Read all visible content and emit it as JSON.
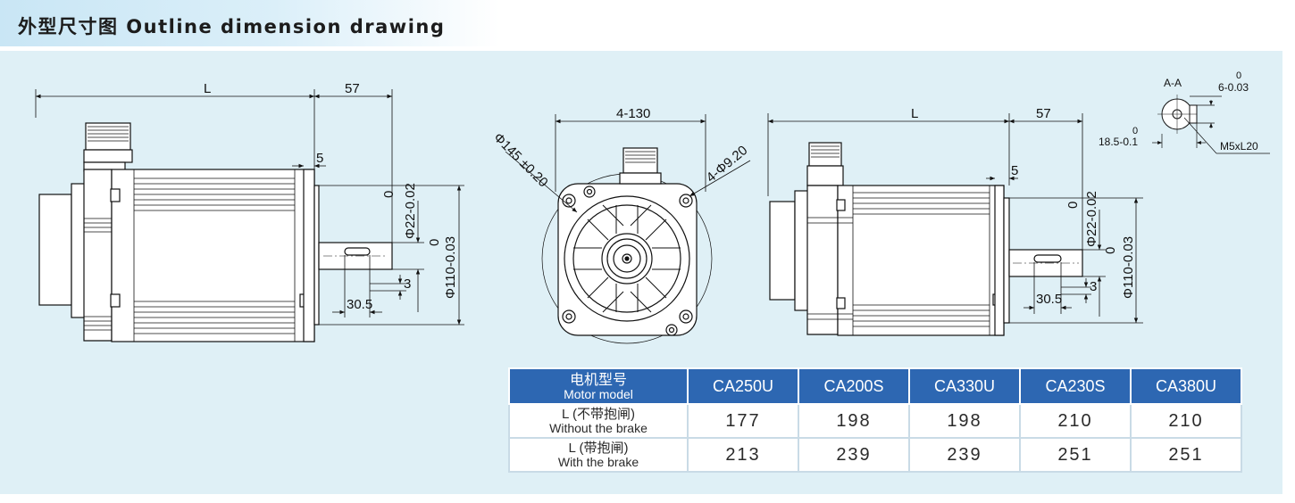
{
  "header": {
    "title": "外型尺寸图  Outline dimension drawing"
  },
  "side_view_left": {
    "dim_length": "L",
    "dim_shaft": "57",
    "dim_flange": "5",
    "dim_shaft_dia": "Φ22-0.02",
    "dim_shaft_dia_upper": "0",
    "dim_pilot_dia": "Φ110-0.03",
    "dim_pilot_dia_upper": "0",
    "dim_key_offset": "3",
    "dim_key_length": "30.5"
  },
  "front_view": {
    "dim_bolt_spacing": "4-130",
    "dim_circle": "Φ145 ±0.20",
    "dim_holes": "4-Φ9.20"
  },
  "side_view_right": {
    "dim_length": "L",
    "dim_shaft": "57",
    "dim_flange": "5",
    "dim_shaft_dia": "Φ22-0.02",
    "dim_shaft_dia_upper": "0",
    "dim_pilot_dia": "Φ110-0.03",
    "dim_pilot_dia_upper": "0",
    "dim_key_offset": "3",
    "dim_key_length": "30.5"
  },
  "section_aa": {
    "label": "A-A",
    "keyway_width": "6-0.03",
    "keyway_width_upper": "0",
    "keyway_depth": "18.5-0.1",
    "keyway_depth_upper": "0",
    "thread": "M5xL20"
  },
  "table": {
    "header_label_cn": "电机型号",
    "header_label_en": "Motor model",
    "models": [
      "CA250U",
      "CA200S",
      "CA330U",
      "CA230S",
      "CA380U"
    ],
    "rows": [
      {
        "label_cn": "L (不带抱闸)",
        "label_en": "Without the brake",
        "values": [
          "177",
          "198",
          "198",
          "210",
          "210"
        ]
      },
      {
        "label_cn": "L (带抱闸)",
        "label_en": "With the brake",
        "values": [
          "213",
          "239",
          "239",
          "251",
          "251"
        ]
      }
    ]
  }
}
